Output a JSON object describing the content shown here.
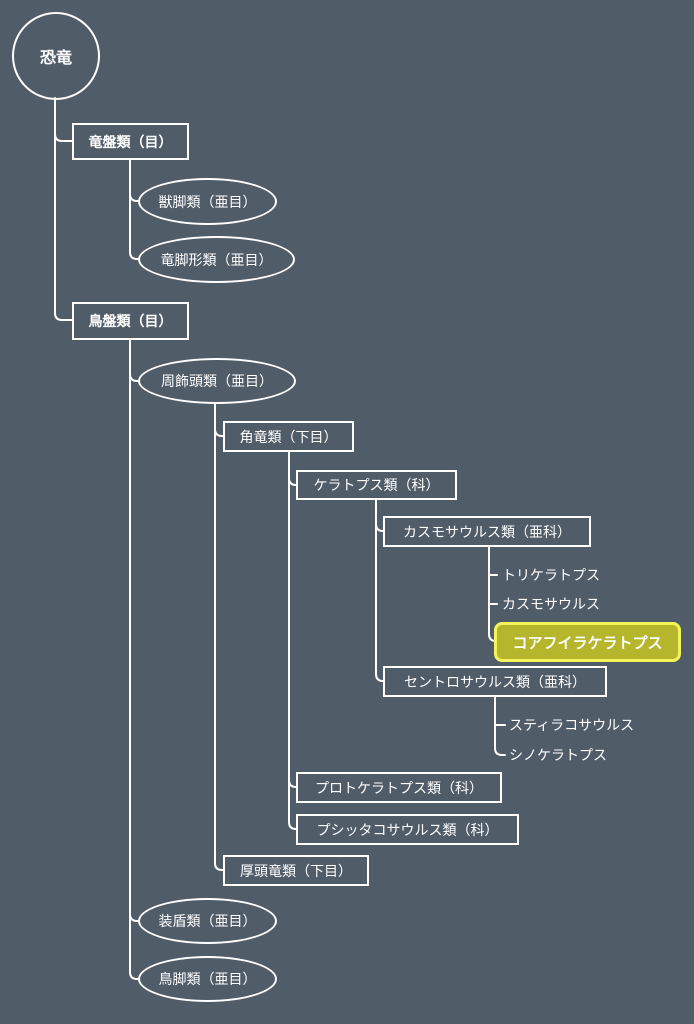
{
  "root": "恐竜",
  "saurischia": {
    "label": "竜盤類（目）",
    "theropoda": "獣脚類（亜目）",
    "sauropodomorpha": "竜脚形類（亜目）"
  },
  "ornithischia": {
    "label": "鳥盤類（目）",
    "marginocephalia": "周飾頭類（亜目）",
    "ceratopsia": "角竜類（下目）",
    "ceratopsidae": "ケラトプス類（科）",
    "chasmosaurinae": "カスモサウルス類（亜科）",
    "triceratops": "トリケラトプス",
    "chasmosaurus": "カスモサウルス",
    "coahuilaceratops": "コアフイラケラトプス",
    "centrosaurinae": "セントロサウルス類（亜科）",
    "styracosaurus": "スティラコサウルス",
    "sinoceratops": "シノケラトプス",
    "protoceratopsidae": "プロトケラトプス類（科）",
    "psittacosauridae": "プシッタコサウルス類（科）",
    "pachycephalosauria": "厚頭竜類（下目）",
    "thyreophora": "装盾類（亜目）",
    "ornithopoda": "鳥脚類（亜目）"
  },
  "colors": {
    "background": "#505d69",
    "line": "#ffffff",
    "highlight_fill": "#b5b62b",
    "highlight_border": "#f3f35a"
  }
}
